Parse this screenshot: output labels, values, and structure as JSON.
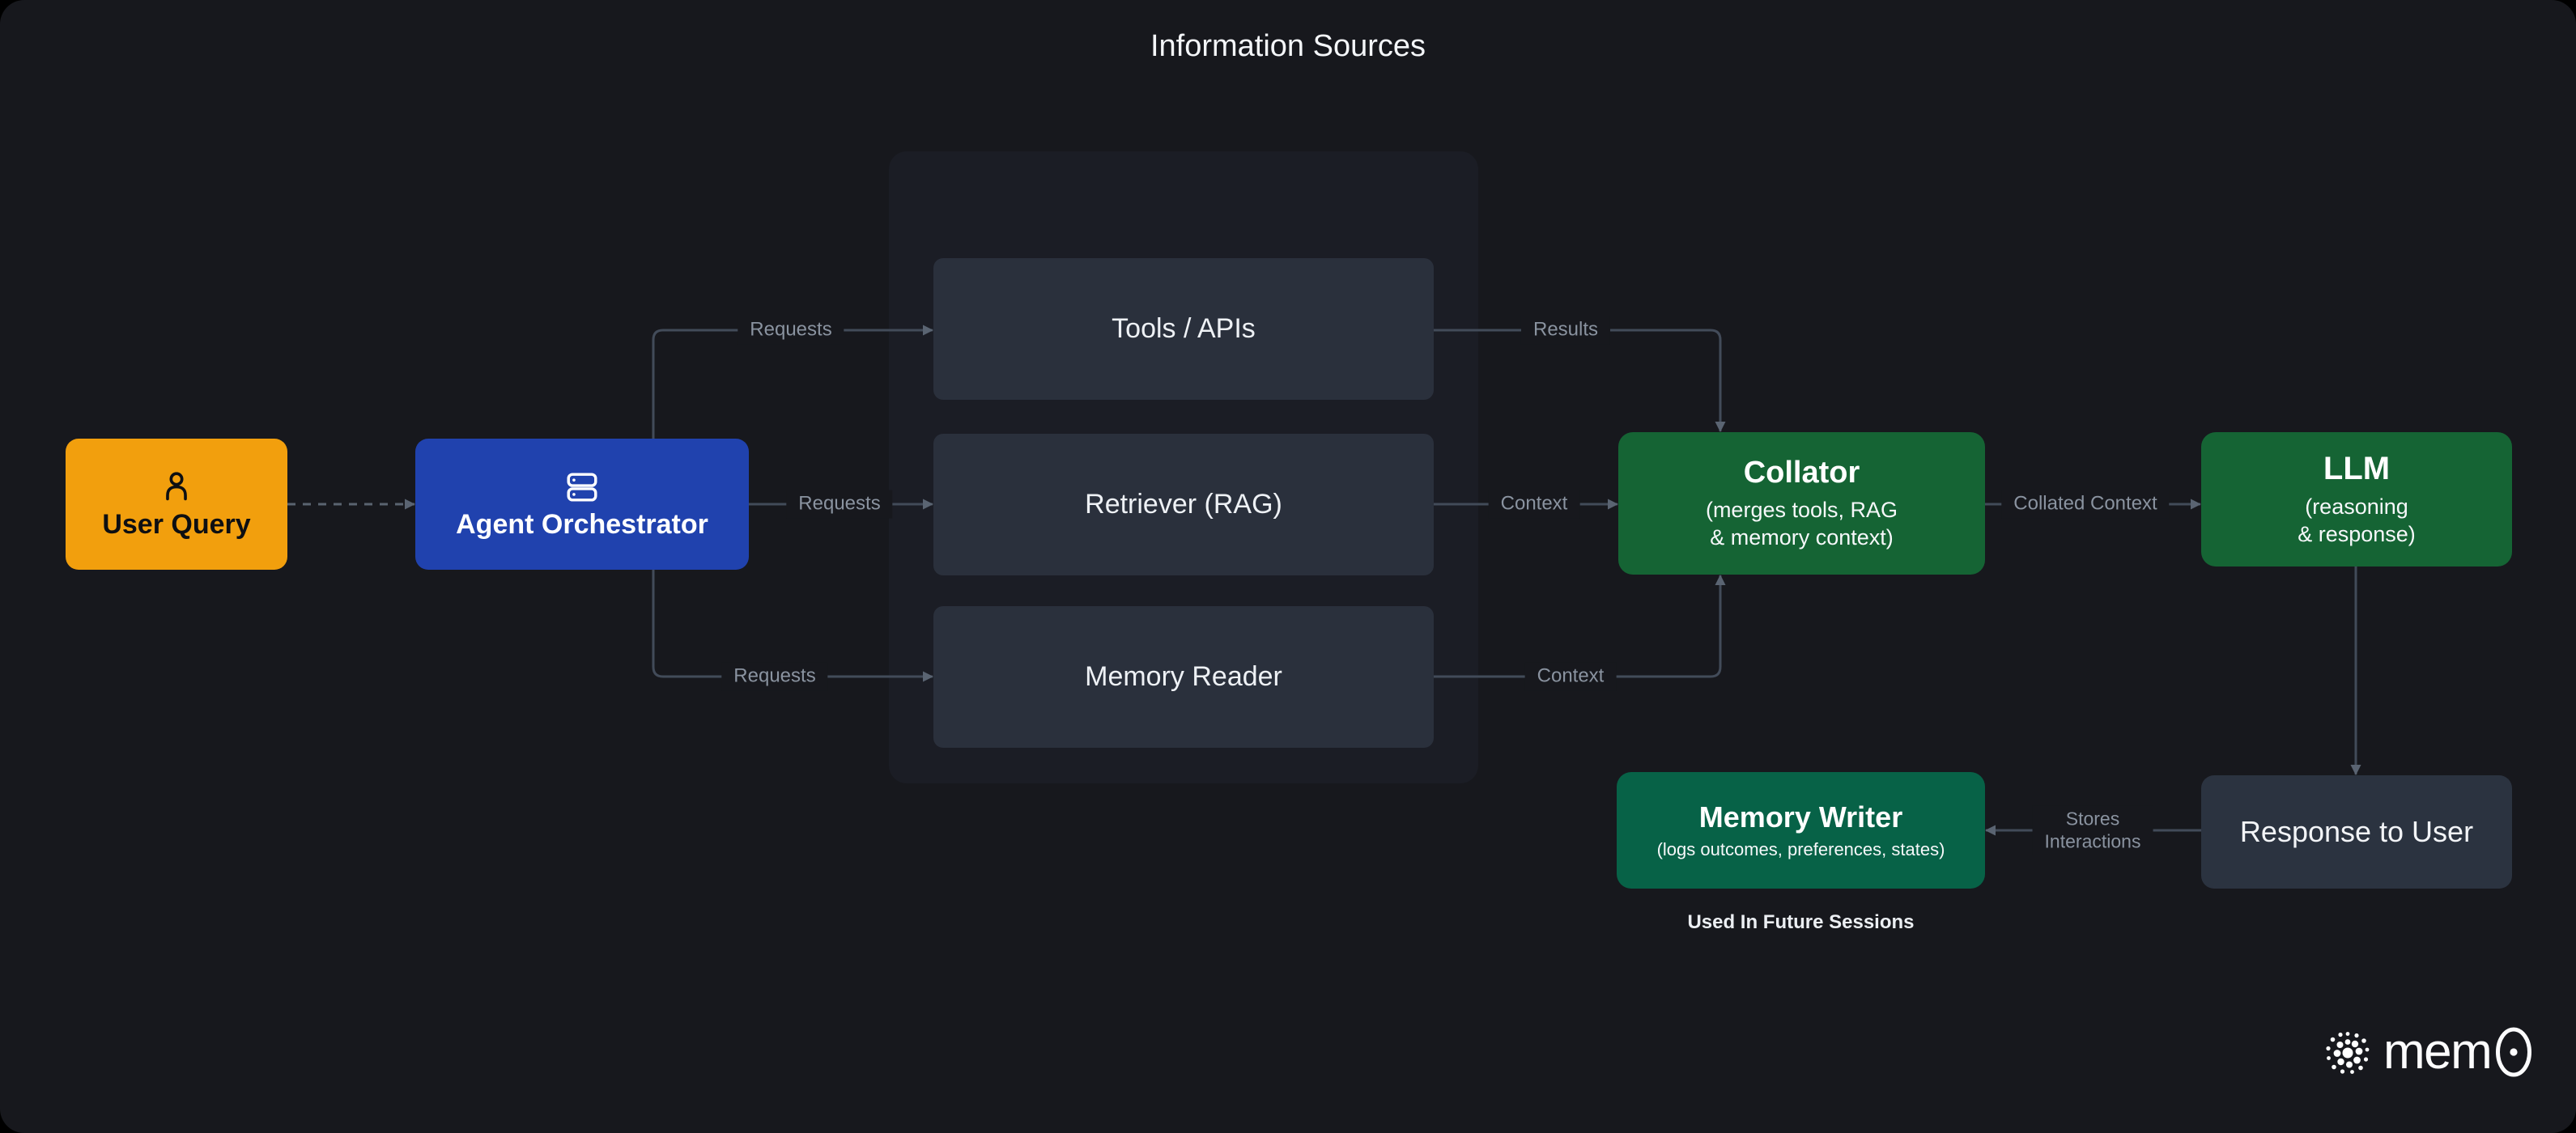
{
  "colors": {
    "page_bg": "#17181D",
    "panel_bg": "#1B1D25",
    "source_box_bg": "#2A303C",
    "user_query_bg": "#F29F0D",
    "orchestrator_bg": "#2042AE",
    "collator_bg": "#156434",
    "llm_bg": "#156434",
    "memory_writer_bg": "#076247",
    "response_bg": "#2B3340",
    "edge_line": "#424B59",
    "edge_label_text": "#8A93A0"
  },
  "nodes": {
    "user_query": {
      "label": "User Query",
      "icon": "person-icon"
    },
    "agent_orchestrator": {
      "label": "Agent Orchestrator",
      "icon": "server-stack-icon"
    },
    "information_sources": {
      "title": "Information Sources",
      "items": [
        {
          "label": "Tools / APIs"
        },
        {
          "label": "Retriever (RAG)"
        },
        {
          "label": "Memory Reader"
        }
      ]
    },
    "collator": {
      "title": "Collator",
      "subtitle_line1": "(merges tools, RAG",
      "subtitle_line2": "& memory context)"
    },
    "llm": {
      "title": "LLM",
      "subtitle_line1": "(reasoning",
      "subtitle_line2": "& response)"
    },
    "memory_writer": {
      "title": "Memory Writer",
      "subtitle": "(logs outcomes, preferences, states)",
      "caption": "Used In Future Sessions"
    },
    "response_to_user": {
      "label": "Response to User"
    }
  },
  "edges": {
    "user_to_orchestrator": {
      "style": "dashed"
    },
    "requests_top": {
      "label": "Requests"
    },
    "requests_mid": {
      "label": "Requests"
    },
    "requests_bottom": {
      "label": "Requests"
    },
    "results": {
      "label": "Results"
    },
    "context_mid": {
      "label": "Context"
    },
    "context_bottom": {
      "label": "Context"
    },
    "collated_context": {
      "label": "Collated Context"
    },
    "stores_interactions": {
      "label_line1": "Stores",
      "label_line2": "Interactions"
    }
  },
  "logo": {
    "label": "mem0",
    "label_prefix": "mem",
    "icon": "mem0-dots-icon"
  }
}
